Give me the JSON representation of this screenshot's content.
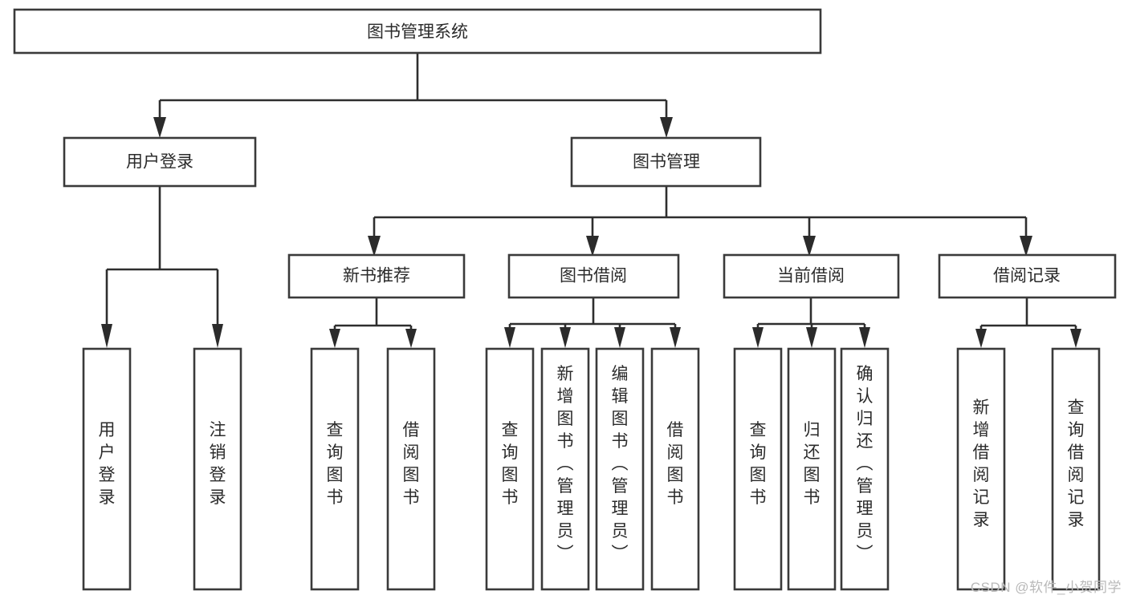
{
  "diagram": {
    "title": "图书管理系统",
    "type": "tree-hierarchy",
    "watermark": "CSDN @软件_小贺同学",
    "colors": {
      "box_stroke": "#3a3a3a",
      "box_fill": "#ffffff",
      "connector": "#2e2e2e",
      "text": "#2b2b2b",
      "watermark": "#b9b9b9",
      "background": "#ffffff"
    },
    "nodes": {
      "root": {
        "label": "图书管理系统",
        "orientation": "horizontal"
      },
      "level2": [
        {
          "label": "用户登录",
          "orientation": "horizontal"
        },
        {
          "label": "图书管理",
          "orientation": "horizontal"
        }
      ],
      "level3": [
        {
          "label": "新书推荐",
          "orientation": "horizontal"
        },
        {
          "label": "图书借阅",
          "orientation": "horizontal"
        },
        {
          "label": "当前借阅",
          "orientation": "horizontal"
        },
        {
          "label": "借阅记录",
          "orientation": "horizontal"
        }
      ],
      "leaves": {
        "user_login": [
          {
            "label": "用户登录",
            "orientation": "vertical"
          },
          {
            "label": "注销登录",
            "orientation": "vertical"
          }
        ],
        "new_book_recommend": [
          {
            "label": "查询图书",
            "orientation": "vertical"
          },
          {
            "label": "借阅图书",
            "orientation": "vertical"
          }
        ],
        "book_borrow": [
          {
            "label": "查询图书",
            "orientation": "vertical"
          },
          {
            "label": "新增图书（管理员）",
            "orientation": "vertical"
          },
          {
            "label": "编辑图书（管理员）",
            "orientation": "vertical"
          },
          {
            "label": "借阅图书",
            "orientation": "vertical"
          }
        ],
        "current_borrow": [
          {
            "label": "查询图书",
            "orientation": "vertical"
          },
          {
            "label": "归还图书",
            "orientation": "vertical"
          },
          {
            "label": "确认归还（管理员）",
            "orientation": "vertical"
          }
        ],
        "borrow_record": [
          {
            "label": "新增借阅记录",
            "orientation": "vertical"
          },
          {
            "label": "查询借阅记录",
            "orientation": "vertical"
          }
        ]
      }
    }
  }
}
